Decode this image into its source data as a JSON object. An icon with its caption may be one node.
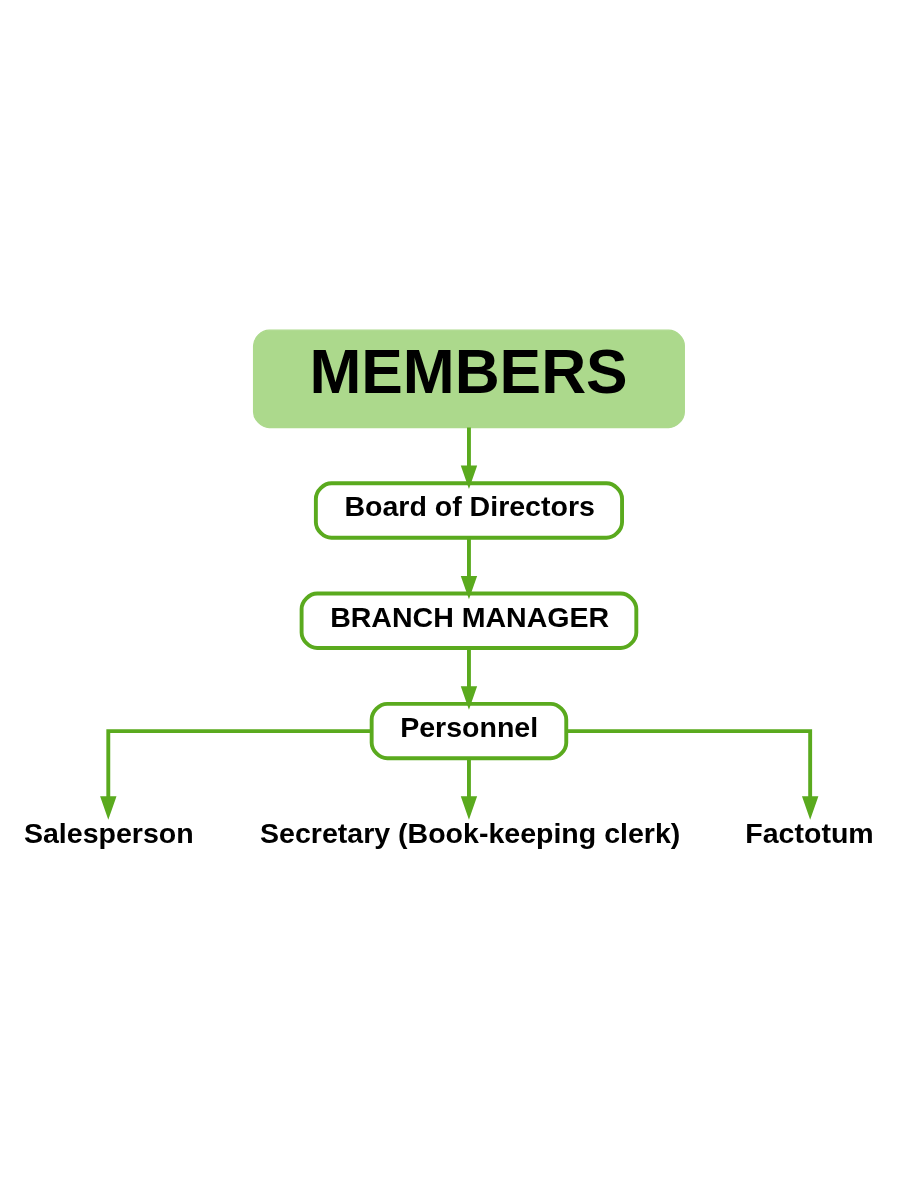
{
  "diagram": {
    "nodes": [
      {
        "text": [
          "MEMBERS"
        ]
      },
      {
        "text": [
          "Board of Directors"
        ]
      },
      {
        "text": [
          "BRANCH MANAGER"
        ]
      },
      {
        "text": [
          "Personnel"
        ]
      },
      {
        "text": [
          "Salesperson"
        ]
      },
      {
        "text": [
          "Secretary (Book-keeping clerk)"
        ]
      },
      {
        "text": [
          "Factotum"
        ]
      }
    ],
    "edges": [
      {
        "from": 0,
        "to": 1,
        "arrow": "to"
      },
      {
        "from": 1,
        "to": 2,
        "arrow": "to"
      },
      {
        "from": 2,
        "to": 3,
        "arrow": "to"
      },
      {
        "from": 3,
        "to": 4,
        "arrow": "to"
      },
      {
        "from": 3,
        "to": 5,
        "arrow": "to"
      },
      {
        "from": 3,
        "to": 6,
        "arrow": "to"
      }
    ]
  }
}
